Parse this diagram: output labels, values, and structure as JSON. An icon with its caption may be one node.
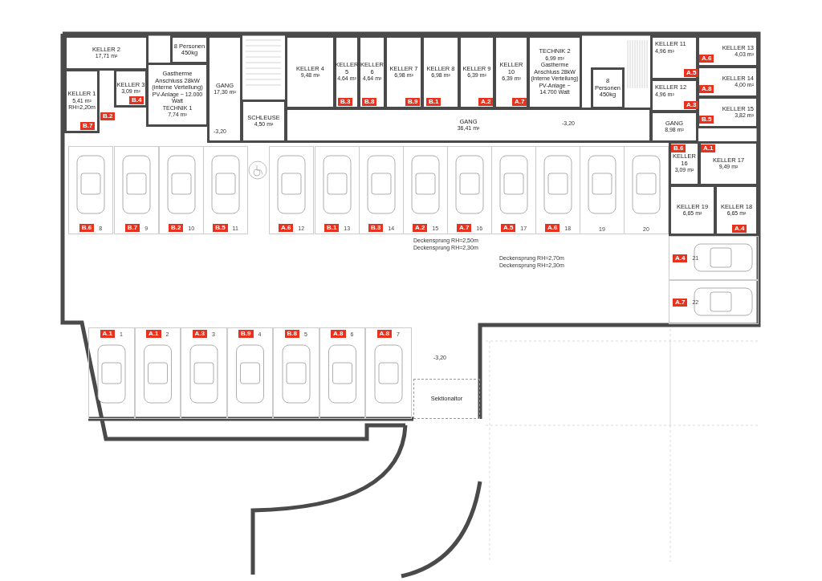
{
  "diagram": {
    "nodes": [
      {
        "text": [
          "KELLER 2",
          "17,71 m²"
        ]
      },
      {
        "text": [
          "KELLER 1",
          "5,41 m²",
          "RH=2,20m"
        ]
      },
      {
        "text": [
          "KELLER 3",
          "3,09 m²"
        ]
      },
      {
        "text": [
          "Gastherme Anschluss 28kW (interne Verteilung)",
          "PV-Anlage ~ 12.000 Watt",
          "TECHNIK 1",
          "7,74 m²"
        ]
      },
      {
        "text": [
          "8 Personen 450kg"
        ]
      },
      {
        "text": [
          "GANG",
          "17,30 m²"
        ]
      },
      {
        "text": [
          "SCHLEUSE",
          "4,50 m²"
        ]
      },
      {
        "text": [
          "KELLER 4",
          "9,48 m²"
        ]
      },
      {
        "text": [
          "KELLER 5",
          "4,64 m²"
        ]
      },
      {
        "text": [
          "KELLER 6",
          "4,64 m²"
        ]
      },
      {
        "text": [
          "KELLER 7",
          "6,98 m²"
        ]
      },
      {
        "text": [
          "KELLER 8",
          "6,98 m²"
        ]
      },
      {
        "text": [
          "KELLER 9",
          "6,39 m²"
        ]
      },
      {
        "text": [
          "KELLER 10",
          "6,39 m²"
        ]
      },
      {
        "text": [
          "TECHNIK 2",
          "6,99 m²",
          "Gastherme Anschluss 28kW (interne Verteilung)",
          "PV-Anlage ~ 14.700 Watt"
        ]
      },
      {
        "text": [
          "8 Personen 450kg"
        ]
      },
      {
        "text": [
          "GANG",
          "36,41 m²"
        ]
      },
      {
        "text": [
          "KELLER 11",
          "4,96 m²"
        ]
      },
      {
        "text": [
          "KELLER 12",
          "4,96 m²"
        ]
      },
      {
        "text": [
          "KELLER 13",
          "4,03 m²"
        ]
      },
      {
        "text": [
          "KELLER 14",
          "4,00 m²"
        ]
      },
      {
        "text": [
          "KELLER 15",
          "3,82 m²"
        ]
      },
      {
        "text": [
          "GANG",
          "8,98 m²"
        ]
      },
      {
        "text": [
          "KELLER 16",
          "3,09 m²"
        ]
      },
      {
        "text": [
          "KELLER 17",
          "9,49 m²"
        ]
      },
      {
        "text": [
          "KELLER 19",
          "6,65 m²"
        ]
      },
      {
        "text": [
          "KELLER 18",
          "6,65 m²"
        ]
      },
      {
        "text": [
          "B.6",
          "8"
        ]
      },
      {
        "text": [
          "B.7",
          "9"
        ]
      },
      {
        "text": [
          "B.2",
          "10"
        ]
      },
      {
        "text": [
          "B.5",
          "11"
        ]
      },
      {
        "text": [
          "A.6",
          "12"
        ]
      },
      {
        "text": [
          "B.1",
          "13"
        ]
      },
      {
        "text": [
          "B.3",
          "14"
        ]
      },
      {
        "text": [
          "A.2",
          "15"
        ]
      },
      {
        "text": [
          "A.7",
          "16"
        ]
      },
      {
        "text": [
          "A.5",
          "17"
        ]
      },
      {
        "text": [
          "A.6",
          "18"
        ]
      },
      {
        "text": [
          "19"
        ]
      },
      {
        "text": [
          "20"
        ]
      },
      {
        "text": [
          "A.4",
          "21"
        ]
      },
      {
        "text": [
          "A.7",
          "22"
        ]
      },
      {
        "text": [
          "A.1",
          "1"
        ]
      },
      {
        "text": [
          "A.1",
          "2"
        ]
      },
      {
        "text": [
          "A.3",
          "3"
        ]
      },
      {
        "text": [
          "B.9",
          "4"
        ]
      },
      {
        "text": [
          "B.8",
          "5"
        ]
      },
      {
        "text": [
          "A.8",
          "6"
        ]
      },
      {
        "text": [
          "A.8",
          "7"
        ]
      },
      {
        "text": [
          "Sektionaltor"
        ]
      }
    ],
    "labels": [
      "A.5",
      "A.6",
      "A.3",
      "A.8",
      "B.3",
      "B.8",
      "B.9",
      "B.1",
      "A.2",
      "A.7",
      "B.2",
      "B.4",
      "B.5",
      "B.7",
      "B.6",
      "A.1",
      "A.4",
      "-3,20",
      "-3,20",
      "Deckensprung RH=2,50m",
      "Deckensprung RH=2,30m",
      "Deckensprung RH=2,70m",
      "Deckensprung RH=2,30m",
      "-3,20"
    ]
  }
}
